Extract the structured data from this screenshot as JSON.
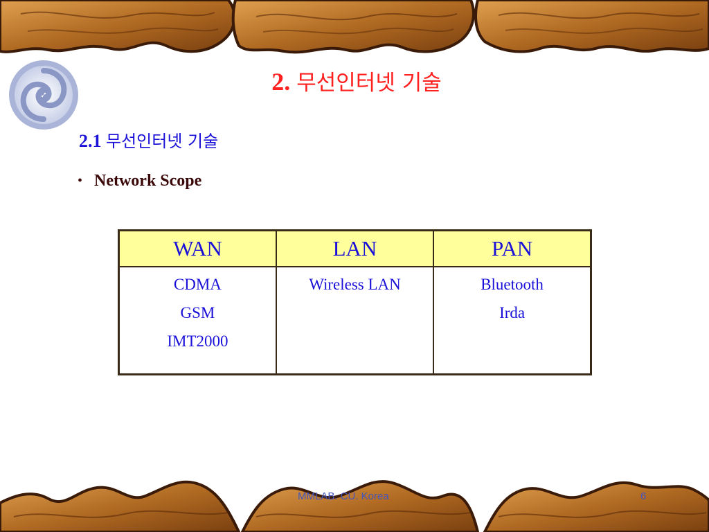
{
  "slide": {
    "title_number": "2.",
    "title_text": "무선인터넷 기술",
    "subheading_number": "2.1",
    "subheading_text": "무선인터넷 기술",
    "bullet_text": "Network Scope"
  },
  "table": {
    "headers": [
      "WAN",
      "LAN",
      "PAN"
    ],
    "columns": [
      [
        "CDMA",
        "GSM",
        "IMT2000"
      ],
      [
        "Wireless LAN"
      ],
      [
        "Bluetooth",
        "Irda"
      ]
    ]
  },
  "footer": {
    "text": "MMLAB. CU. Korea",
    "page_number": "6"
  },
  "colors": {
    "title": "#ff2020",
    "subheading": "#1a10d8",
    "table_header_bg": "#ffff9c",
    "table_border": "#3a2a18",
    "decor_wood": "#b8702a"
  },
  "icons": {
    "logo": "swirl-logo-icon",
    "decoration": "wavy-wood-border"
  }
}
